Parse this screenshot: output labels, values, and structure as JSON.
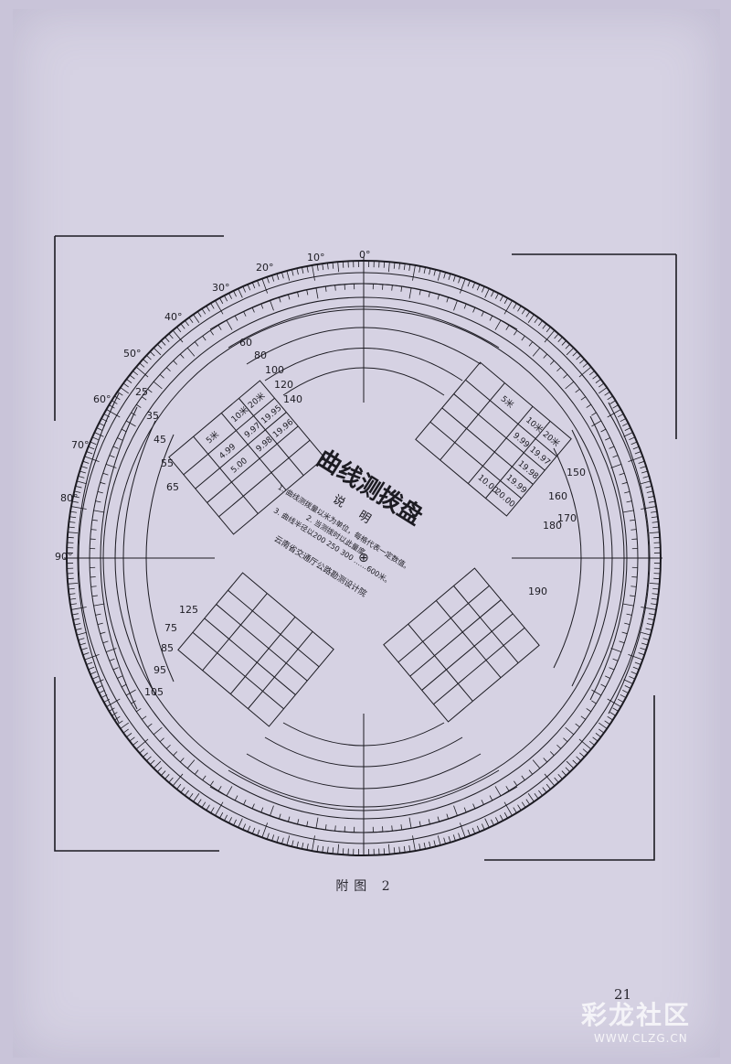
{
  "disk": {
    "title": "曲线测拨盘",
    "subtitle": "说 明",
    "note_1": "1. 曲线测拨量以米为单位，每格代表一定数值。",
    "note_2": "2. 当测拨时以此量度。",
    "note_3": "3. 曲线半径以200 250 300 ……600米。",
    "publisher": "云南省交通厅公路勘测设计院",
    "center_symbol": "⊕",
    "outer_ticks": [
      "0°",
      "10°",
      "20°",
      "30°",
      "40°",
      "50°",
      "60°",
      "70°",
      "80°",
      "90°"
    ],
    "radius_labels": [
      "60",
      "80",
      "100",
      "120",
      "140",
      "150",
      "160",
      "170",
      "180",
      "190"
    ],
    "side_labels": [
      "25",
      "35",
      "45",
      "55",
      "65",
      "75",
      "85",
      "95",
      "105",
      "125"
    ],
    "table_headers": [
      "5米",
      "10米",
      "20米"
    ],
    "table_values": [
      "4.99",
      "9.97",
      "19.95",
      "5.00",
      "9.98",
      "19.96",
      "9.99",
      "19.97",
      "19.98",
      "19.99",
      "20.00",
      "10.00"
    ]
  },
  "caption": "附图  2",
  "page_number": "21",
  "watermark": {
    "text": "彩龙社区",
    "url": "WWW.CLZG.CN"
  }
}
